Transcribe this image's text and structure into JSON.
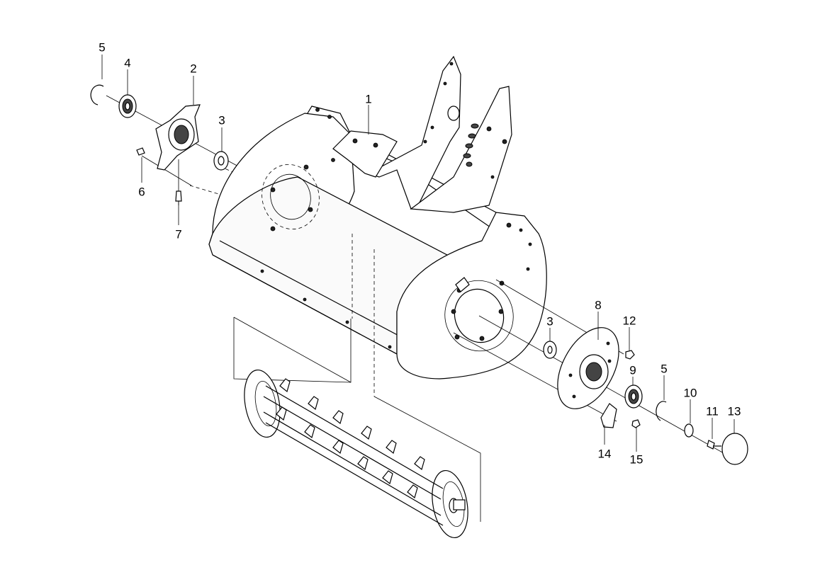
{
  "callouts": [
    {
      "id": "c5a",
      "label": "5"
    },
    {
      "id": "c4",
      "label": "4"
    },
    {
      "id": "c2",
      "label": "2"
    },
    {
      "id": "c1",
      "label": "1"
    },
    {
      "id": "c3a",
      "label": "3"
    },
    {
      "id": "c6",
      "label": "6"
    },
    {
      "id": "c7",
      "label": "7"
    },
    {
      "id": "c8",
      "label": "8"
    },
    {
      "id": "c12",
      "label": "12"
    },
    {
      "id": "c3b",
      "label": "3"
    },
    {
      "id": "c9",
      "label": "9"
    },
    {
      "id": "c5b",
      "label": "5"
    },
    {
      "id": "c10",
      "label": "10"
    },
    {
      "id": "c11",
      "label": "11"
    },
    {
      "id": "c13",
      "label": "13"
    },
    {
      "id": "c14",
      "label": "14"
    },
    {
      "id": "c15",
      "label": "15"
    }
  ]
}
